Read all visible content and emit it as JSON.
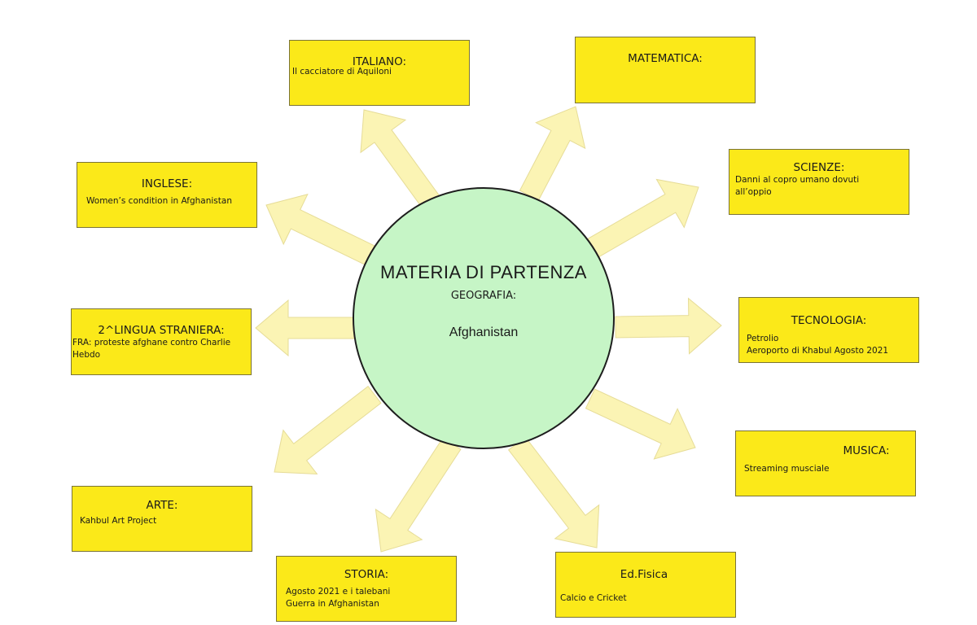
{
  "center": {
    "title": "MATERIA DI PARTENZA",
    "subtitle": "GEOGRAFIA:",
    "topic": "Afghanistan"
  },
  "colors": {
    "box_fill": "#fbe919",
    "circle_fill": "#c6f5c6",
    "arrow_fill": "#fbf4b4"
  },
  "subjects": {
    "italiano": {
      "title": "ITALIANO:",
      "text": "Il cacciatore di Aquiloni"
    },
    "matematica": {
      "title": "MATEMATICA:",
      "text": ""
    },
    "inglese": {
      "title": "INGLESE:",
      "text": "Women’s condition in Afghanistan"
    },
    "scienze": {
      "title": "SCIENZE:",
      "text": "Danni al copro umano dovuti\nall’oppio"
    },
    "lingua2": {
      "title": "2^LINGUA STRANIERA:",
      "text": "FRA: proteste afghane contro Charlie\nHebdo"
    },
    "tecnologia": {
      "title": "TECNOLOGIA:",
      "text": "Petrolio\nAeroporto di Khabul Agosto 2021"
    },
    "arte": {
      "title": "ARTE:",
      "text": "Kahbul Art Project"
    },
    "musica": {
      "title": "MUSICA:",
      "text": "Streaming musciale"
    },
    "storia": {
      "title": "STORIA:",
      "text": "Agosto 2021 e i talebani\nGuerra in Afghanistan"
    },
    "edfisica": {
      "title": "Ed.Fisica",
      "text": "Calcio e  Cricket"
    }
  }
}
